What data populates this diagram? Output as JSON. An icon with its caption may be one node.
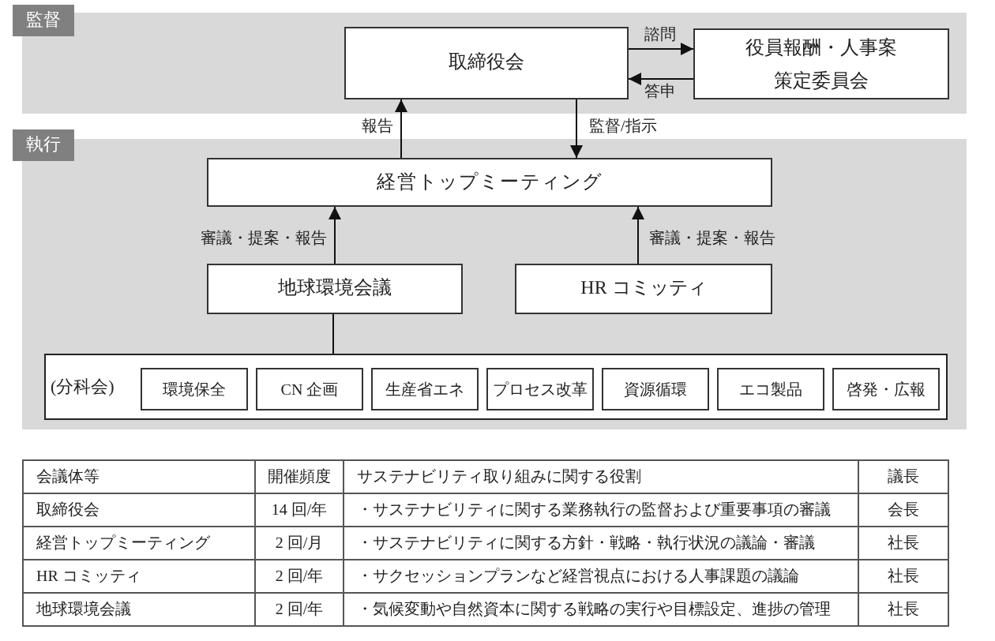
{
  "diagram": {
    "nodes": [
      {
        "text": [
          "監督"
        ]
      },
      {
        "text": [
          "取締役会"
        ],
        "in": 0
      },
      {
        "text": [
          "役員報酬・人事案策定委員会"
        ],
        "in": 0
      },
      {
        "text": [
          "執行"
        ]
      },
      {
        "text": [
          "経営トップミーティング"
        ],
        "in": 3
      },
      {
        "text": [
          "地球環境会議"
        ],
        "in": 3
      },
      {
        "text": [
          "HR コミッティ"
        ],
        "in": 3
      },
      {
        "text": [
          "(分科会)"
        ],
        "in": 3
      },
      {
        "text": [
          "環境保全"
        ],
        "in": 7
      },
      {
        "text": [
          "CN 企画"
        ],
        "in": 7
      },
      {
        "text": [
          "生産省エネ"
        ],
        "in": 7
      },
      {
        "text": [
          "プロセス改革"
        ],
        "in": 7
      },
      {
        "text": [
          "資源循環"
        ],
        "in": 7
      },
      {
        "text": [
          "エコ製品"
        ],
        "in": 7
      },
      {
        "text": [
          "啓発・広報"
        ],
        "in": 7
      }
    ],
    "edges": [
      {
        "from": 1,
        "to": 2,
        "arrow": "to",
        "label": "諮問"
      },
      {
        "from": 2,
        "to": 1,
        "arrow": "to",
        "label": "答申"
      },
      {
        "from": 4,
        "to": 1,
        "arrow": "to",
        "label": "報告"
      },
      {
        "from": 1,
        "to": 4,
        "arrow": "to",
        "label": "監督/指示"
      },
      {
        "from": 5,
        "to": 4,
        "arrow": "to",
        "label": "審議・提案・報告"
      },
      {
        "from": 6,
        "to": 4,
        "arrow": "to",
        "label": "審議・提案・報告"
      },
      {
        "from": 5,
        "to": 7,
        "arrow": "none"
      }
    ],
    "labels": [
      "会議体等",
      "開催頻度",
      "サステナビリティ取り組みに関する役割",
      "議長",
      "取締役会",
      "14 回/年",
      "・サステナビリティに関する業務執行の監督および重要事項の審議",
      "会長",
      "経営トップミーティング",
      "2 回/月",
      "・サステナビリティに関する方針・戦略・執行状況の議論・審議",
      "社長",
      "HR コミッティ",
      "2 回/年",
      "・サクセッションプランなど経営視点における人事課題の議論",
      "社長",
      "地球環境会議",
      "2 回/年",
      "・気候変動や自然資本に関する戦略の実行や目標設定、進捗の管理",
      "社長"
    ]
  }
}
